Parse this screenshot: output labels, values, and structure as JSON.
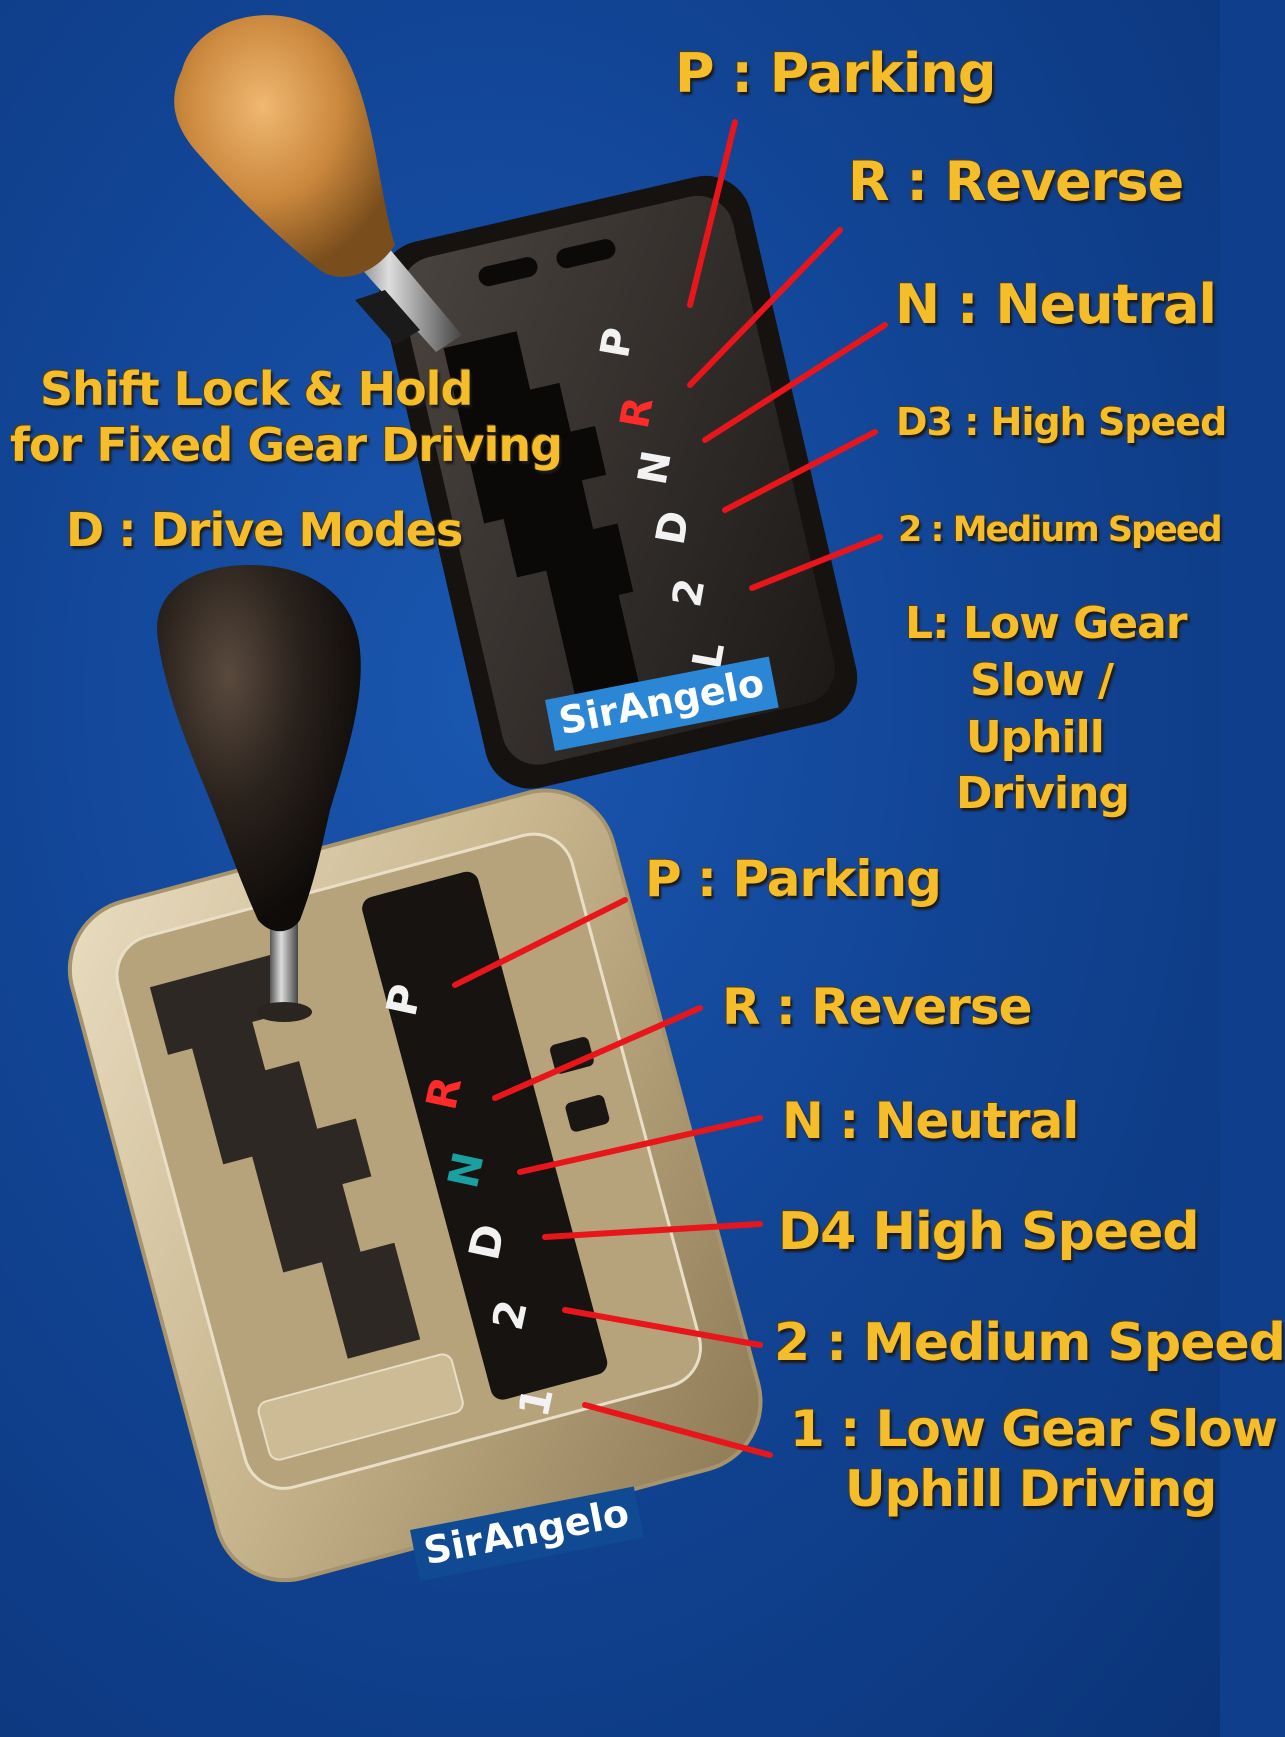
{
  "colors": {
    "background": "#124596",
    "label_text": "#f6bd2b",
    "pointer_line": "#e8161b",
    "reverse_letter": "#ff2a2a",
    "neutral_letter": "#1aa0a0"
  },
  "upper_shifter": {
    "brand": "SirAngelo",
    "gate_letters": [
      "P",
      "R",
      "N",
      "D",
      "2",
      "L"
    ],
    "labels": {
      "p": "P : Parking",
      "r": "R : Reverse",
      "n": "N : Neutral",
      "d3": "D3 : High Speed",
      "two": "2 : Medium Speed",
      "low_line1": "L: Low Gear",
      "low_line2": "Slow /",
      "low_line3": "Uphill",
      "low_line4": "Driving",
      "shift_lock_line1": "Shift Lock & Hold",
      "shift_lock_line2": "for Fixed Gear Driving",
      "drive_modes": "D : Drive Modes"
    }
  },
  "lower_shifter": {
    "brand": "SirAngelo",
    "gate_letters": [
      "P",
      "R",
      "N",
      "D",
      "2",
      "1"
    ],
    "labels": {
      "p": "P : Parking",
      "r": "R : Reverse",
      "n": "N : Neutral",
      "d4": "D4 High Speed",
      "two": "2 : Medium Speed",
      "one_line1": "1 : Low Gear Slow",
      "one_line2": "Uphill Driving"
    }
  }
}
